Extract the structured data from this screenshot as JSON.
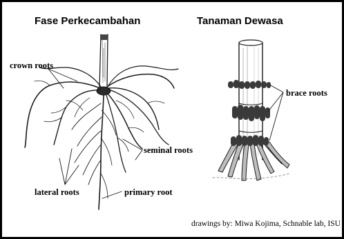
{
  "titles": {
    "left": "Fase Perkecambahan",
    "right": "Tanaman Dewasa"
  },
  "labels": {
    "crown_roots": "crown roots",
    "seminal_roots": "seminal roots",
    "lateral_roots": "lateral roots",
    "primary_root": "primary root",
    "brace_roots": "brace roots"
  },
  "credit": "drawings by: Miwa Kojima, Schnable lab, ISU"
}
